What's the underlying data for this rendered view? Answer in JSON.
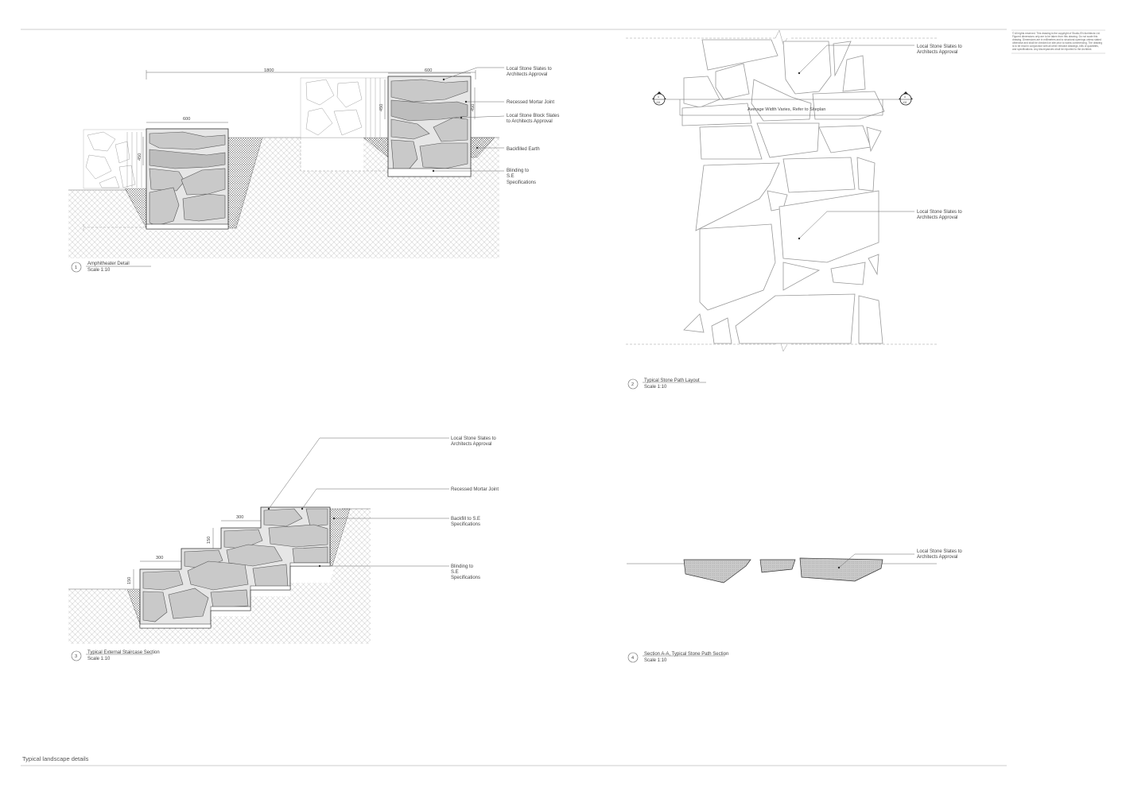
{
  "sheet": {
    "title": "Typical landscape details",
    "notes": [
      "© All rights reserved. This drawing is the copyright of Studio-EN Architects Ltd.",
      "Figured dimensions only are to be taken from this drawing. Do not scale this",
      "drawing. Dimensions are in millimetres and to structural openings unless stated",
      "otherwise and shall be checked on site prior to works commencing. The drawing",
      "is to be read in conjunction with all other relevant drawings, bills of quantities,",
      "and specifications. Any discrepancies shall be reported to the Architect."
    ]
  },
  "detail1": {
    "number": "1",
    "title": "Amphitheater Detail",
    "scale": "Scale 1:10",
    "dims": {
      "overall": "1800",
      "left_width": "600",
      "right_width": "600",
      "left_height": "450",
      "right_height_a": "450",
      "right_height_b": "450"
    },
    "labels": [
      "Local Stone  Slates to",
      "Architects Approval",
      "Recessed Mortar Joint",
      "Local Stone Block Slates",
      "to Architects Approval",
      "Backfilled Earth",
      "Blinding to",
      "S.E",
      "Specifications"
    ]
  },
  "detail2": {
    "number": "2",
    "title": "Typical Stone Path Layout",
    "scale": "Scale 1:10",
    "section_marker": {
      "letter": "A",
      "sheet": "408"
    },
    "width_note": "Average Width Varies, Refer to Siteplan",
    "labels": [
      "Local Stone  Slates to",
      "Architects Approval",
      "Local Stone  Slates to",
      "Architects Approval"
    ]
  },
  "detail3": {
    "number": "3",
    "title": "Typical External Staircase Section",
    "scale": "Scale 1:10",
    "dims": {
      "tread_top": "300",
      "tread_bottom": "300",
      "riser_top": "150",
      "riser_bottom": "150"
    },
    "labels": [
      "Local Stone  Slates to",
      "Architects Approval",
      "Recessed Mortar Joint",
      "Backfill to S.E",
      "Specifications",
      "Blinding to",
      "S.E",
      "Specifications"
    ]
  },
  "detail4": {
    "number": "4",
    "title": "Section A-A,  Typical Stone Path Section",
    "scale": "Scale 1:10",
    "labels": [
      "Local Stone  Slates to",
      "Architects Approval"
    ]
  }
}
